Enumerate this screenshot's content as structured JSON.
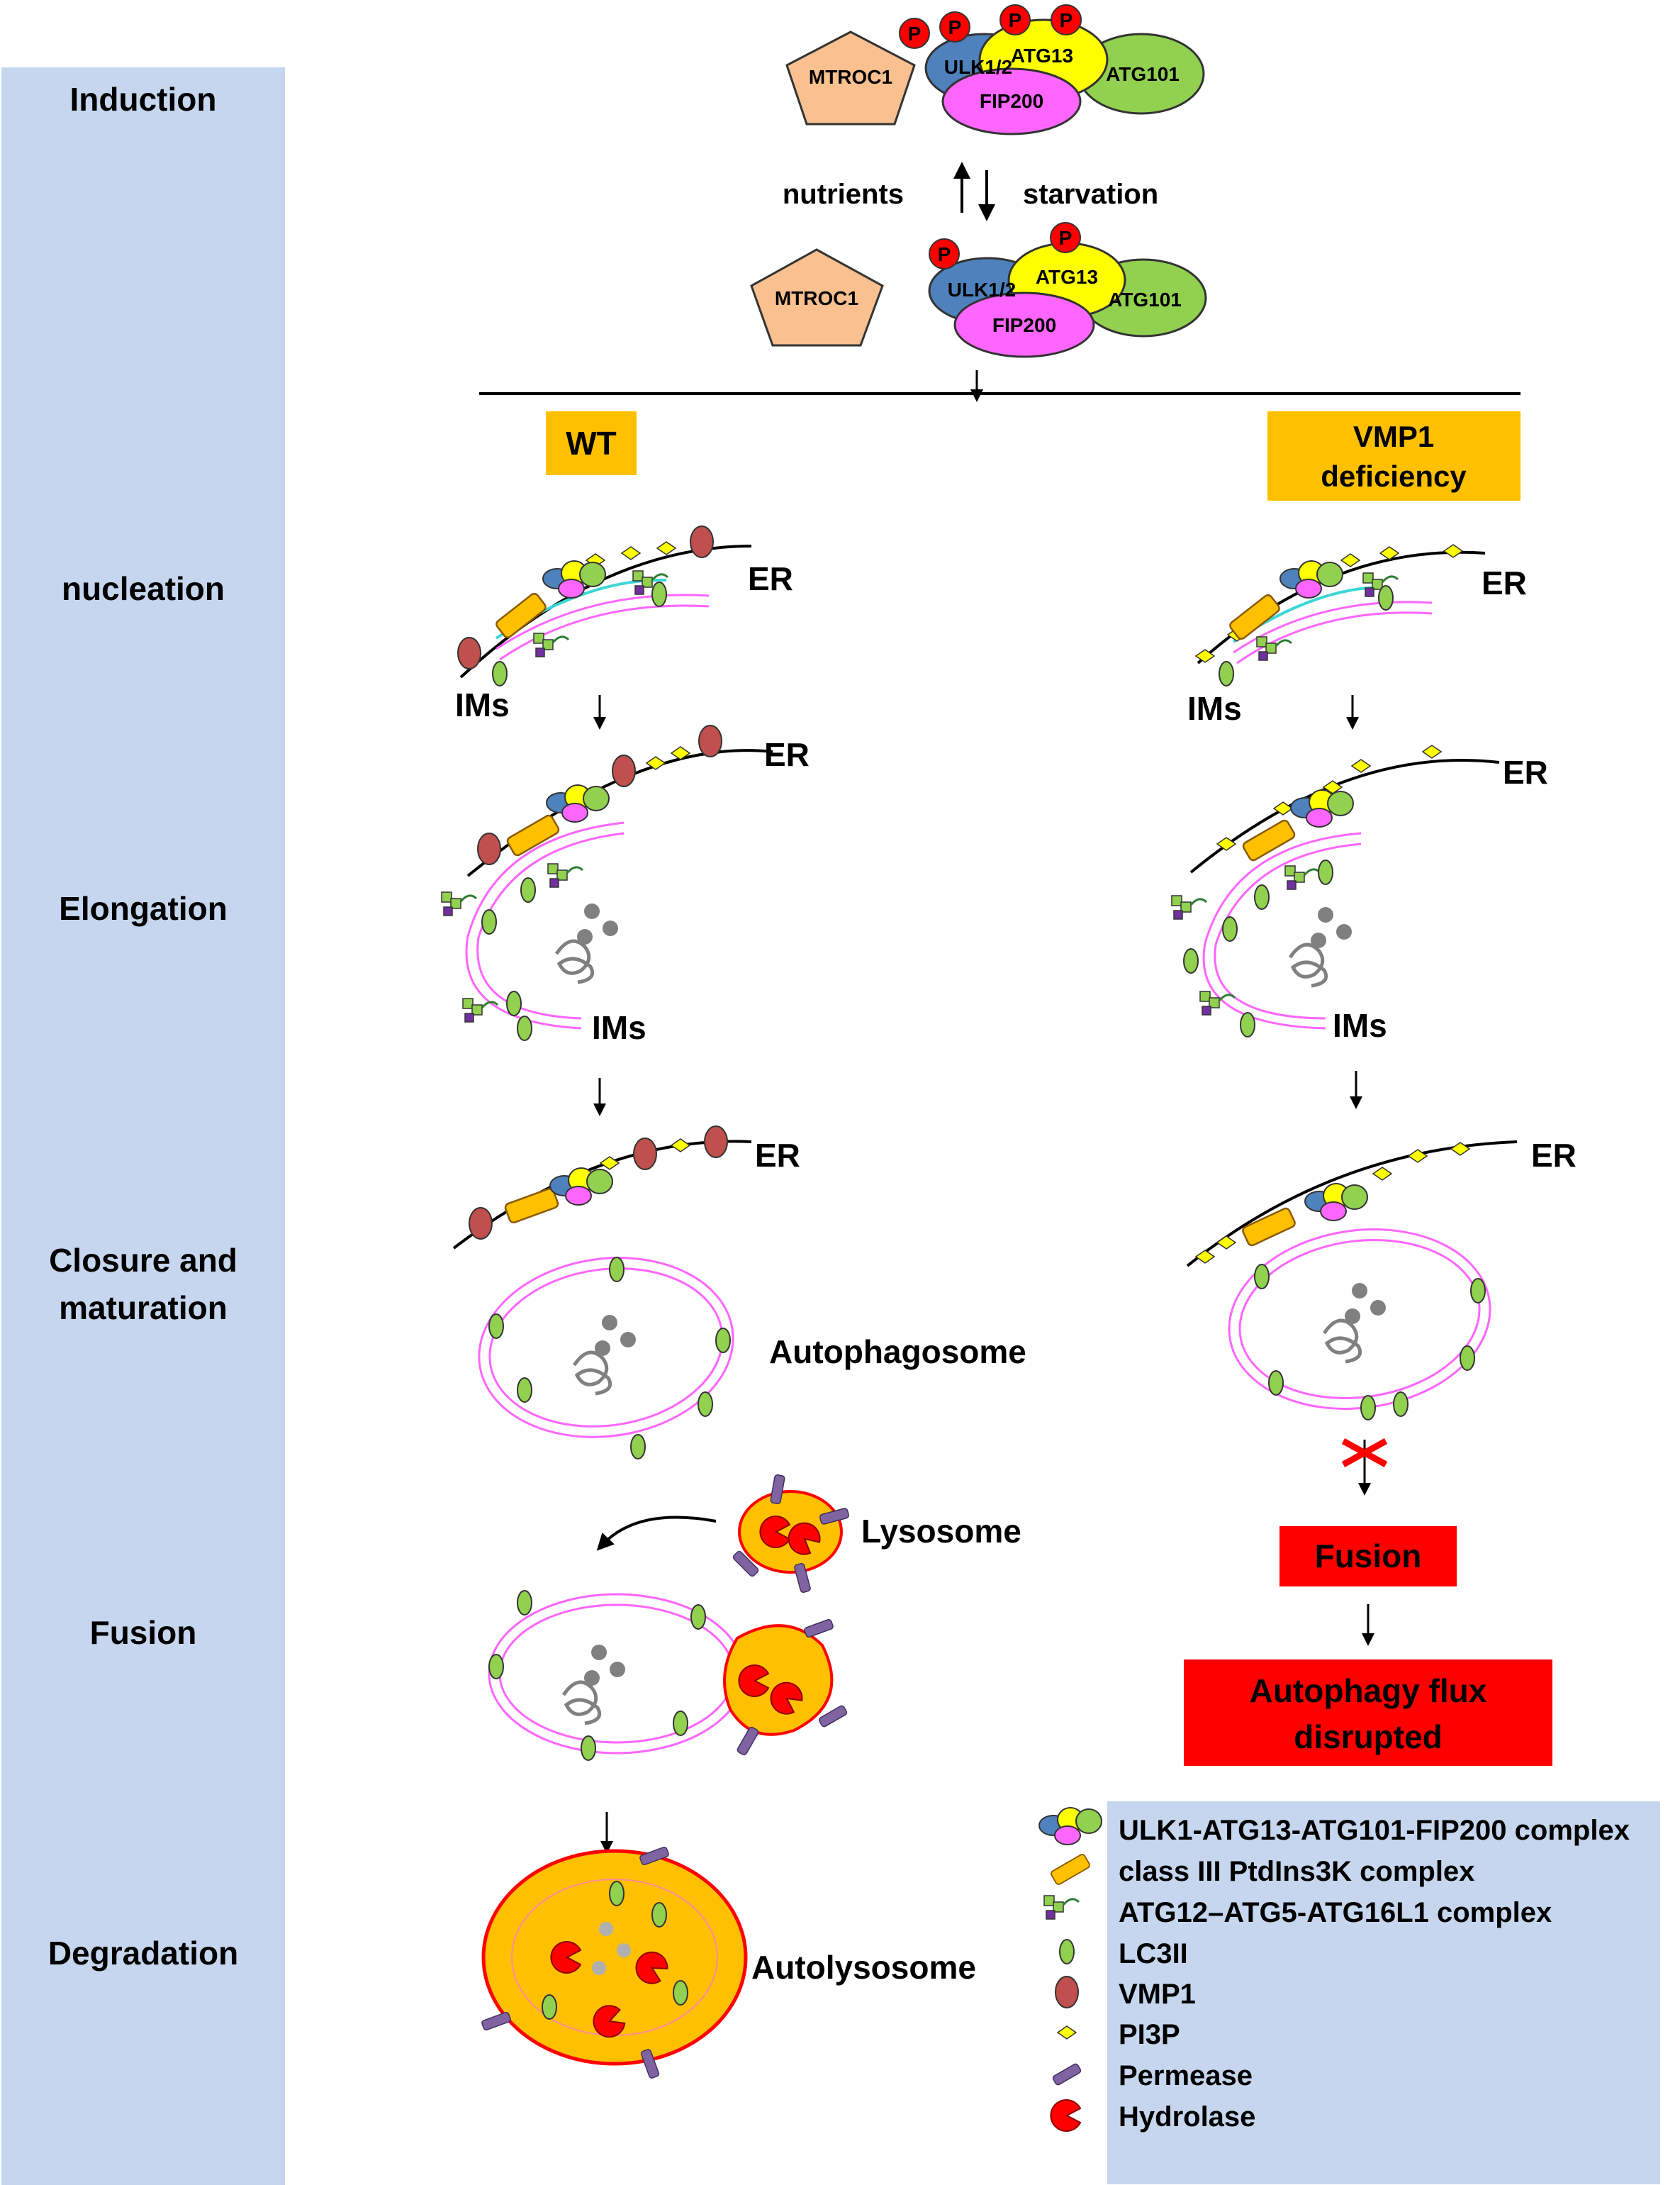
{
  "stages": {
    "induction": "Induction",
    "nucleation": "nucleation",
    "elongation": "Elongation",
    "closure_1": "Closure and",
    "closure_2": "maturation",
    "fusion": "Fusion",
    "degradation": "Degradation"
  },
  "complex": {
    "mtroc1": "MTROC1",
    "ulk": "ULK1/2",
    "atg13": "ATG13",
    "fip200": "FIP200",
    "atg101": "ATG101",
    "phospho": "P"
  },
  "induction": {
    "nutrients": "nutrients",
    "starvation": "starvation"
  },
  "conditions": {
    "wt": "WT",
    "vmp1_1": "VMP1",
    "vmp1_2": "deficiency"
  },
  "labels": {
    "er": "ER",
    "ims": "IMs",
    "autophagosome": "Autophagosome",
    "lysosome": "Lysosome",
    "autolysosome": "Autolysosome",
    "fusion_box": "Fusion",
    "flux_1": "Autophagy flux",
    "flux_2": "disrupted"
  },
  "legend": {
    "items": [
      "ULK1-ATG13-ATG101-FIP200 complex",
      "class III PtdIns3K complex",
      "ATG12–ATG5-ATG16L1 complex",
      "LC3II",
      "VMP1",
      "PI3P",
      "Permease",
      "Hydrolase"
    ]
  },
  "colors": {
    "sidebar": "#c5d6ee",
    "legend_bg": "#c5d6ee",
    "condition_box": "#ffc000",
    "red_box": "#ff0000",
    "membrane": "#ff66ff",
    "lc3": "#92d050",
    "vmp1": "#c0504d",
    "pi3p": "#ffff00",
    "ulk": "#4f81bd",
    "atg13": "#ffff00",
    "atg101": "#92d050",
    "fip200": "#ff66ff",
    "mtroc1": "#fac090",
    "lysosome": "#ffc000",
    "hydrolase": "#ff0000",
    "permease": "#8064a2"
  }
}
